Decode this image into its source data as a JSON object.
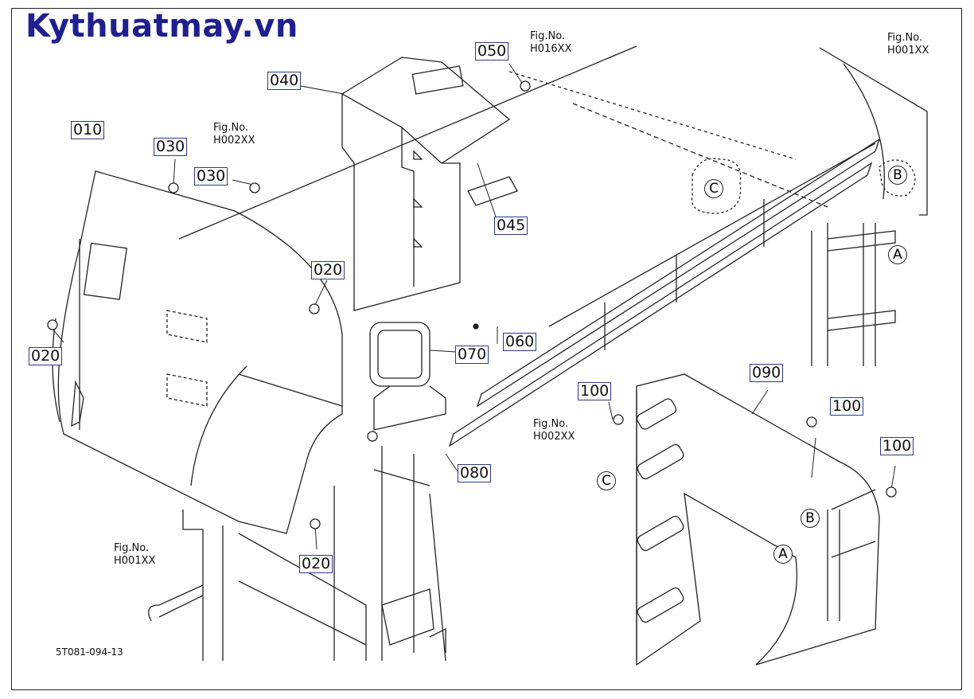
{
  "brand": {
    "title": "Kythuatmay.vn",
    "color": "#1f1f8f"
  },
  "diagram_code": "5T081-094-13",
  "parts": {
    "p010": "010",
    "p020a": "020",
    "p020b": "020",
    "p020c": "020",
    "p030a": "030",
    "p030b": "030",
    "p040": "040",
    "p045": "045",
    "p050": "050",
    "p060": "060",
    "p070": "070",
    "p080": "080",
    "p090": "090",
    "p100a": "100",
    "p100b": "100",
    "p100c": "100"
  },
  "fig_refs": {
    "h016": {
      "label": "Fig.No.",
      "code": "H016XX"
    },
    "h001_top": {
      "label": "Fig.No.",
      "code": "H001XX"
    },
    "h002_top": {
      "label": "Fig.No.",
      "code": "H002XX"
    },
    "h002_mid": {
      "label": "Fig.No.",
      "code": "H002XX"
    },
    "h001_bottom": {
      "label": "Fig.No.",
      "code": "H001XX"
    }
  },
  "letters": {
    "a1": "A",
    "a2": "A",
    "b1": "B",
    "b2": "B",
    "c1": "C",
    "c2": "C"
  },
  "colors": {
    "line": "#222222",
    "label_border": "#2b3a8a"
  }
}
